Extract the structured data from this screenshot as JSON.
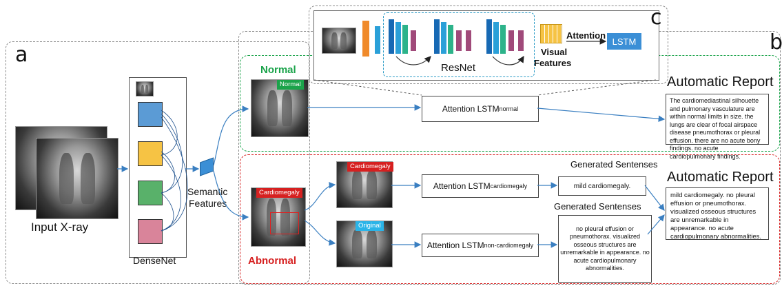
{
  "panels": {
    "a": "a",
    "b": "b",
    "c": "c"
  },
  "left": {
    "input_label": "Input X-ray",
    "densenet_label": "DenseNet",
    "semantic_label_line1": "Semantic",
    "semantic_label_line2": "Features"
  },
  "resnet_panel": {
    "resnet_label": "ResNet",
    "visual_features_line1": "Visual",
    "visual_features_line2": "Features",
    "attention_label": "Attention",
    "lstm_label": "LSTM"
  },
  "normal_branch": {
    "title": "Normal",
    "image_tag": "Normal",
    "lstm_prefix": "Attention LSTM",
    "lstm_sub": "normal",
    "report_title": "Automatic Report",
    "report_text": "The cardiomediastinal silhouette and pulmonary vasculature are within normal limits in size. the lungs are clear of focal airspace disease pneumothorax or pleural effusion. there are no acute bony findings. no acute cardiopulmonary findings."
  },
  "abnormal_branch": {
    "title": "Abnormal",
    "image_tag": "Cardiomegaly",
    "crop_tag": "Cardiomegaly",
    "original_tag": "Original",
    "lstm1_prefix": "Attention LSTM",
    "lstm1_sub": "cardiomegaly",
    "lstm2_prefix": "Attention LSTM",
    "lstm2_sub": "non-cardiomegaly",
    "gen1_title": "Generated Sentenses",
    "gen1_text": "mild cardiomegaly.",
    "gen2_title": "Generated Sentenses",
    "gen2_text": "no pleural effusion or pneumothorax. visualized osseous structures are unremarkable in appearance. no acute cardiopulmonary abnormalities.",
    "report_title": "Automatic Report",
    "report_text": "mild cardiomegaly. no pleural effusion or pneumothorax. visualized osseous structures are unremarkable in appearance. no acute cardiopulmonary abnormalities."
  },
  "colors": {
    "green": "#1aa34a",
    "red": "#d62020",
    "blue_arrow": "#3a7fc1",
    "lstm_blue": "#3b8fd6",
    "cyan_tag": "#2ab4e8"
  }
}
